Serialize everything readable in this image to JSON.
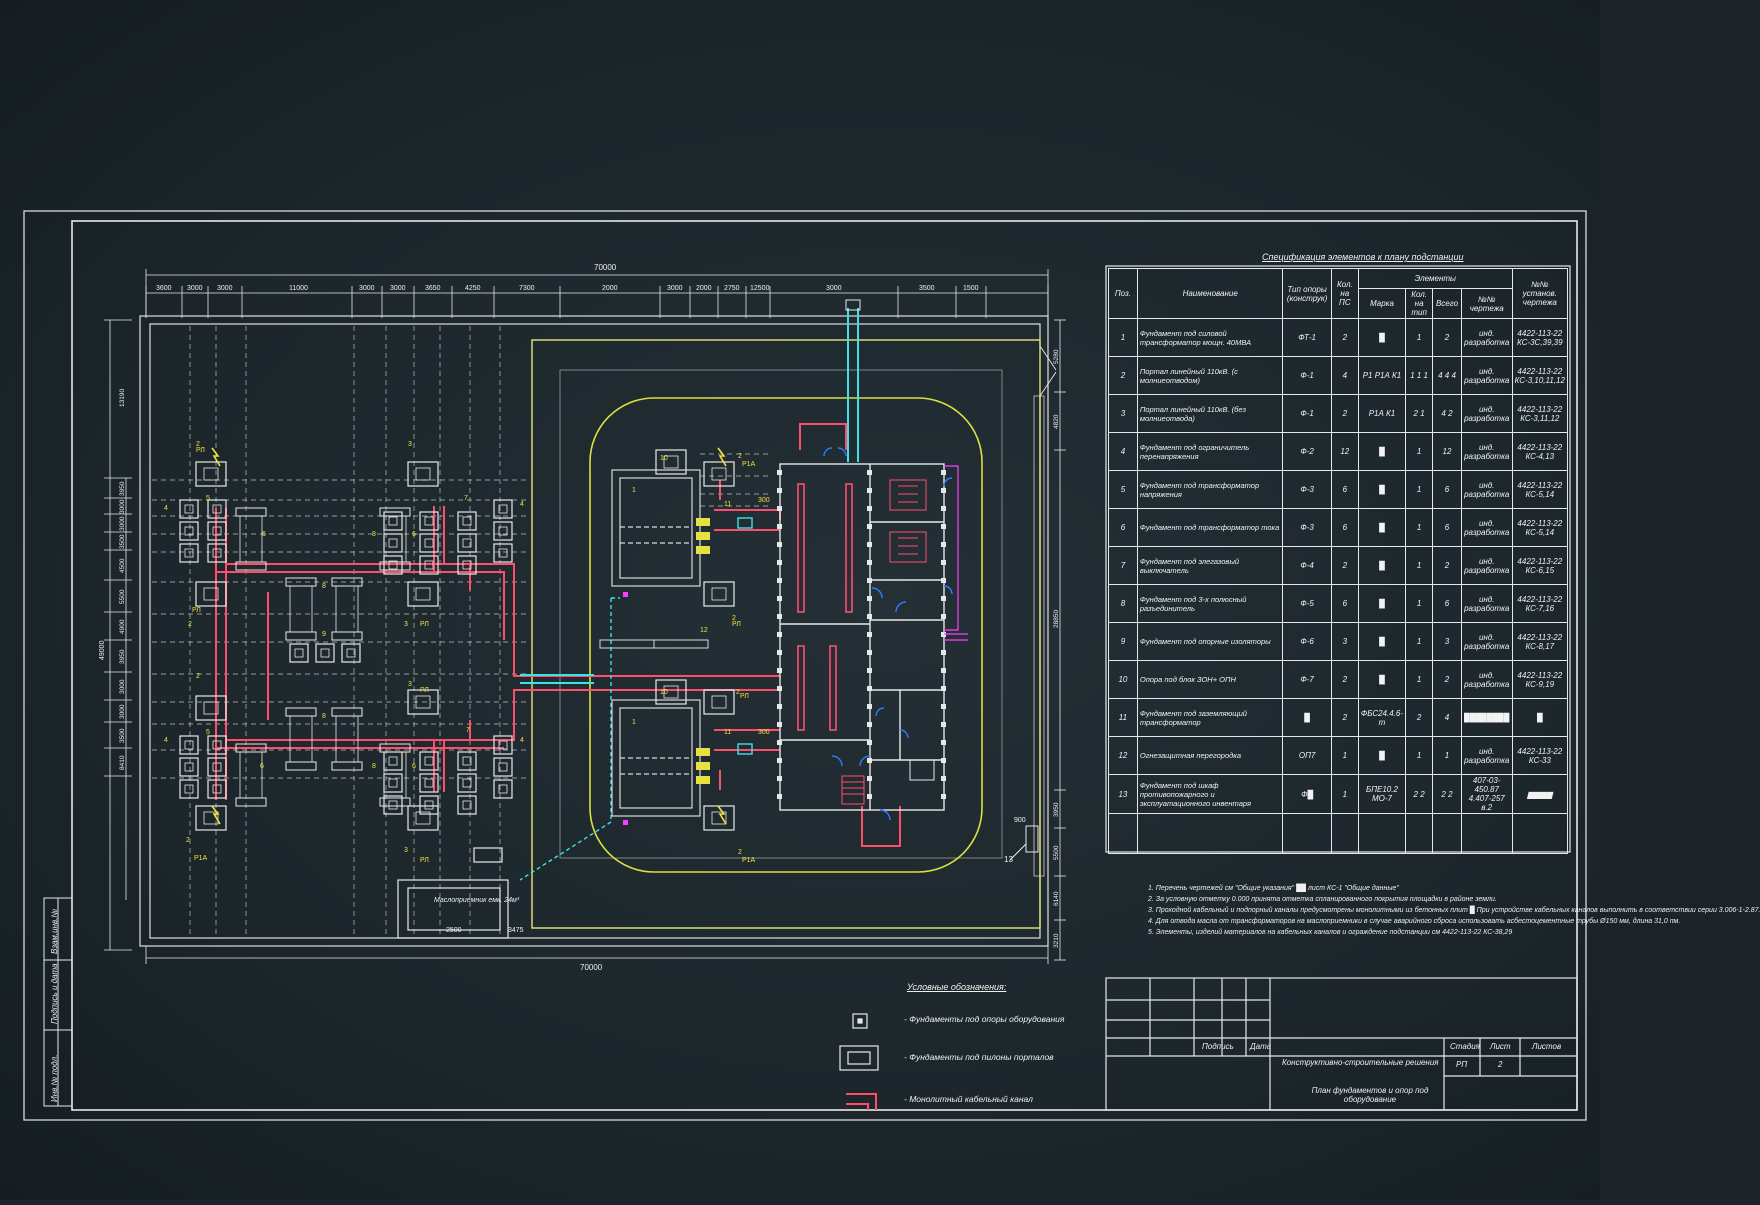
{
  "drawing": {
    "overall_dim_top": "70000",
    "overall_dim_bottom": "70000",
    "top_dims": [
      "3600",
      "3000",
      "3000",
      "11000",
      "3000",
      "3000",
      "3650",
      "4250",
      "7300",
      "2000",
      "3000",
      "2000",
      "2750",
      "12500",
      "3000",
      "3500",
      "1500"
    ],
    "left_dims_outer": "49000",
    "left_dims": [
      "13190",
      "3950",
      "3000",
      "3000",
      "3500",
      "4500",
      "5500",
      "4900",
      "3950",
      "3000",
      "3000",
      "3500",
      "8410"
    ],
    "right_dims": [
      "5280",
      "4820",
      "28850",
      "3950",
      "5500",
      "6140",
      "3210"
    ],
    "labels": {
      "rp": "РЛ",
      "rp1a": "Р1А",
      "tank_text": "Маслоприемник емк. 24м³",
      "dim_2500": "2500",
      "dim_3475": "3475",
      "dim_900": "900",
      "dim_300": "300",
      "n1": "1",
      "n2": "2",
      "n3": "3",
      "n4": "4",
      "n5": "5",
      "n6": "6",
      "n7": "7",
      "n8": "8",
      "n9": "9",
      "n10": "10",
      "n11": "11",
      "n12": "12",
      "n13": "13"
    }
  },
  "spec": {
    "title": "Спецификация элементов к плану подстанции",
    "headers": {
      "pos": "Поз.",
      "name": "Наименование",
      "type": "Тип опоры (конструк)",
      "qty": "Кол. на ПС",
      "elements": "Элементы",
      "mark": "Марка",
      "qty_el": "Кол. на тип",
      "total": "Всего",
      "drawing": "№№ чертежа",
      "install": "№№ установ. чертежа"
    },
    "rows": [
      {
        "pos": "1",
        "name": "Фундамент под силовой трансформатор мощн. 40МВА",
        "type": "ФТ-1",
        "qty": "2",
        "mark": "█",
        "qty_el": "1",
        "total": "2",
        "drawing": "инд. разработка",
        "install": "4422-113-22 КС-3С,39,39"
      },
      {
        "pos": "2",
        "name": "Портал линейный 110кВ. (с молниеотводом)",
        "type": "Ф-1",
        "qty": "4",
        "mark": "Р1 Р1А К1",
        "qty_el": "1 1 1",
        "total": "4 4 4",
        "drawing": "инд. разработка",
        "install": "4422-113-22 КС-3,10,11,12"
      },
      {
        "pos": "3",
        "name": "Портал линейный 110кВ. (без молниеотвода)",
        "type": "Ф-1",
        "qty": "2",
        "mark": "Р1А К1",
        "qty_el": "2 1",
        "total": "4 2",
        "drawing": "инд. разработка",
        "install": "4422-113-22 КС-3,11,12"
      },
      {
        "pos": "4",
        "name": "Фундамент под ограничитель перенапряжения",
        "type": "Ф-2",
        "qty": "12",
        "mark": "█",
        "qty_el": "1",
        "total": "12",
        "drawing": "инд. разработка",
        "install": "4422-113-22 КС-4,13"
      },
      {
        "pos": "5",
        "name": "Фундамент под трансформатор напряжения",
        "type": "Ф-3",
        "qty": "6",
        "mark": "█",
        "qty_el": "1",
        "total": "6",
        "drawing": "инд. разработка",
        "install": "4422-113-22 КС-5,14"
      },
      {
        "pos": "6",
        "name": "Фундамент под трансформатор тока",
        "type": "Ф-3",
        "qty": "6",
        "mark": "█",
        "qty_el": "1",
        "total": "6",
        "drawing": "инд. разработка",
        "install": "4422-113-22 КС-5,14"
      },
      {
        "pos": "7",
        "name": "Фундамент под элегазовый выключатель",
        "type": "Ф-4",
        "qty": "2",
        "mark": "█",
        "qty_el": "1",
        "total": "2",
        "drawing": "инд. разработка",
        "install": "4422-113-22 КС-6,15"
      },
      {
        "pos": "8",
        "name": "Фундамент под 3-х полюсный разъединитель",
        "type": "Ф-5",
        "qty": "6",
        "mark": "█",
        "qty_el": "1",
        "total": "6",
        "drawing": "инд. разработка",
        "install": "4422-113-22 КС-7,16"
      },
      {
        "pos": "9",
        "name": "Фундамент под опорные изоляторы",
        "type": "Ф-6",
        "qty": "3",
        "mark": "█",
        "qty_el": "1",
        "total": "3",
        "drawing": "инд. разработка",
        "install": "4422-113-22 КС-8,17"
      },
      {
        "pos": "10",
        "name": "Опора под блок ЗОН+ ОПН",
        "type": "Ф-7",
        "qty": "2",
        "mark": "█",
        "qty_el": "1",
        "total": "2",
        "drawing": "инд. разработка",
        "install": "4422-113-22 КС-9,19"
      },
      {
        "pos": "11",
        "name": "Фундамент под заземляющий трансформатор",
        "type": "█",
        "qty": "2",
        "mark": "ФБС24.4.6-т",
        "qty_el": "2",
        "total": "4",
        "drawing": "████████",
        "install": "█"
      },
      {
        "pos": "12",
        "name": "Огнезащитная перегородка",
        "type": "ОП7",
        "qty": "1",
        "mark": "█",
        "qty_el": "1",
        "total": "1",
        "drawing": "инд. разработка",
        "install": "4422-113-22 КС-33"
      },
      {
        "pos": "13",
        "name": "Фундамент под шкаф противопожарного и эксплуатационного инвентаря",
        "type": "Ф█",
        "qty": "1",
        "mark": "БПЕ10.2 МО-7",
        "qty_el": "2 2",
        "total": "2 2",
        "drawing": "407-03-450.87 4.407-257 в.2",
        "install": "▆▆▆▆"
      }
    ]
  },
  "notes": [
    "1.  Перечень чертежей см \"Общие указания\" ██ лист КС-1 \"Общие данные\"",
    "2.  За условную отметку 0.000 принята отметка спланированного покрытия площадки в районе земли.",
    "3.  Проходной кабельный и подпорный каналы предусмотрены монолитными из бетонных плит █ При устройстве кабельных каналов выполнить в соответствии серии 3.006-1-2.87.",
    "4.  Для отвода масла от трансформаторов на маслоприемники в случае аварийного сброса использовать асбестоцементные трубы Ø150 мм, длина 31,0 пм.",
    "5.  Элементы, изделий материалов на кабельных каналов и ограждение подстанции см 4422-113-22 КС-38,29"
  ],
  "legend": {
    "title": "Условные обозначения:",
    "items": [
      "- Фундаменты под опоры оборудования",
      "- Фундаменты под пилоны порталов",
      "- Монолитный кабельный канал"
    ]
  },
  "stamp": {
    "sign": "Подпись",
    "date": "Дата",
    "project_title": "Конструктивно-строительные решения",
    "sheet_title": "План фундаментов и опор под оборудование",
    "stage_h": "Стадия",
    "sheet_h": "Лист",
    "sheets_h": "Листов",
    "stage": "РП",
    "sheet": "2"
  },
  "side_stamp": [
    "Инв.№ подл.",
    "Подпись и дата",
    "Взам.инв.№"
  ],
  "colors": {
    "background": "#1c262b",
    "frame": "#e8e8e8",
    "dim_lines": "#e8e8e8",
    "fence": "#e6e67a",
    "road": "#d9e043",
    "cable_channel": "#ff4d6d",
    "pipe": "#3fe0e6",
    "door": "#2f7bff",
    "magenta": "#ff3dff"
  }
}
